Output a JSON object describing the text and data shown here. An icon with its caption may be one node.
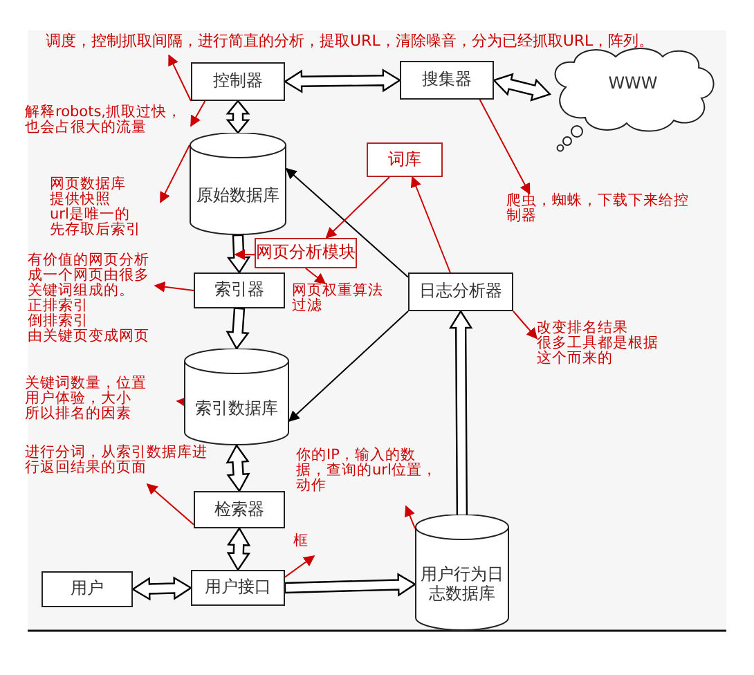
{
  "diagram": {
    "nodes": [
      {
        "text": [
          "控制器"
        ]
      },
      {
        "text": [
          "搜集器"
        ]
      },
      {
        "text": [
          "WWW"
        ]
      },
      {
        "text": [
          "原始数据库"
        ]
      },
      {
        "text": [
          "索引器"
        ]
      },
      {
        "text": [
          "索引数据库"
        ]
      },
      {
        "text": [
          "检索器"
        ]
      },
      {
        "text": [
          "用户接口"
        ]
      },
      {
        "text": [
          "用户"
        ]
      },
      {
        "text": [
          "用户行为日志数据库"
        ]
      },
      {
        "text": [
          "日志分析器"
        ]
      },
      {
        "text": [
          "词库"
        ]
      },
      {
        "text": [
          "网页分析模块"
        ]
      },
      {
        "text": [
          "调度，控制抓取间隔，进行简直的分析，提取URL，清除噪音，分为已经抓取URL，阵列。"
        ]
      },
      {
        "text": [
          "解释robots,抓取过快，也会占很大的流量"
        ]
      },
      {
        "text": [
          "网页数据库",
          "提供快照",
          "url是唯一的",
          "先存取后索引"
        ]
      },
      {
        "text": [
          "有价值的网页分析成一个网页由很多关键词组成的。",
          "正排索引",
          "倒排索引",
          "由关键页变成网页"
        ]
      },
      {
        "text": [
          "关键词数量，位置",
          "用户体验，大小",
          "所以排名的因素"
        ]
      },
      {
        "text": [
          "进行分词，从索引数据库进行返回结果的页面"
        ]
      },
      {
        "text": [
          "你的IP，输入的数据，查询的url位置，动作"
        ]
      },
      {
        "text": [
          "框"
        ]
      },
      {
        "text": [
          "爬虫，蜘蛛，下载下来给控制器"
        ]
      },
      {
        "text": [
          "改变排名结果",
          "很多工具都是根据",
          "这个而来的"
        ]
      },
      {
        "text": [
          "网页权重算法",
          "过滤"
        ]
      }
    ],
    "edges": [
      {
        "from": 0,
        "to": 1,
        "arrow": "both",
        "style": "thick",
        "color": "#000000"
      },
      {
        "from": 1,
        "to": 2,
        "arrow": "both",
        "style": "thick",
        "color": "#000000"
      },
      {
        "from": 0,
        "to": 3,
        "arrow": "both",
        "style": "thick",
        "color": "#000000"
      },
      {
        "from": 3,
        "to": 4,
        "arrow": "to",
        "style": "thick",
        "color": "#000000"
      },
      {
        "from": 4,
        "to": 5,
        "arrow": "to",
        "style": "thick",
        "color": "#000000"
      },
      {
        "from": 5,
        "to": 6,
        "arrow": "both",
        "style": "thick",
        "color": "#000000"
      },
      {
        "from": 6,
        "to": 7,
        "arrow": "both",
        "style": "thick",
        "color": "#000000"
      },
      {
        "from": 8,
        "to": 7,
        "arrow": "both",
        "style": "thick",
        "color": "#000000"
      },
      {
        "from": 7,
        "to": 9,
        "arrow": "to",
        "style": "thick",
        "color": "#000000"
      },
      {
        "from": 9,
        "to": 10,
        "arrow": "to",
        "style": "thick",
        "color": "#000000"
      },
      {
        "from": 10,
        "to": 3,
        "arrow": "to",
        "color": "#000000"
      },
      {
        "from": 10,
        "to": 5,
        "arrow": "to",
        "color": "#000000"
      },
      {
        "from": 0,
        "to": 13,
        "arrow": "to"
      },
      {
        "from": 0,
        "to": 14,
        "arrow": "to"
      },
      {
        "from": 3,
        "to": 15,
        "arrow": "to"
      },
      {
        "from": 4,
        "to": 16,
        "arrow": "to"
      },
      {
        "from": 5,
        "to": 17,
        "arrow": "to"
      },
      {
        "from": 6,
        "to": 18,
        "arrow": "to"
      },
      {
        "from": 9,
        "to": 19,
        "arrow": "to"
      },
      {
        "from": 7,
        "to": 20,
        "arrow": "to"
      },
      {
        "from": 1,
        "to": 21,
        "arrow": "to"
      },
      {
        "from": 10,
        "to": 22,
        "arrow": "to"
      },
      {
        "from": 10,
        "to": 11,
        "arrow": "to"
      },
      {
        "from": 11,
        "to": 12,
        "arrow": "to"
      },
      {
        "from": 12,
        "to": null,
        "arrow": "to"
      },
      {
        "from": 12,
        "to": 23,
        "arrow": "to"
      }
    ]
  }
}
